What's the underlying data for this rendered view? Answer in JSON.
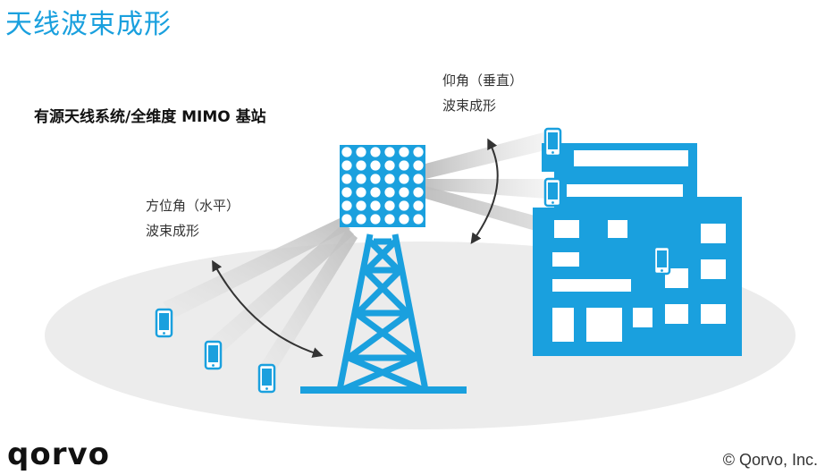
{
  "slide": {
    "title": "天线波束成形",
    "subtitle": "有源天线系统/全维度 MIMO 基站"
  },
  "labels": {
    "elevation_line1": "仰角（垂直）",
    "elevation_line2": "波束成形",
    "azimuth_line1": "方位角（水平）",
    "azimuth_line2": "波束成形"
  },
  "branding": {
    "logo": "qorvo",
    "copyright": "© Qorvo, Inc."
  },
  "colors": {
    "accent": "#1aa0de",
    "ground": "#ececec",
    "beam": "#d6d6d6",
    "arrow": "#333333"
  },
  "icons": {
    "tower": "cell-tower-icon",
    "antenna": "antenna-array-icon",
    "building": "office-building-icon",
    "phone": "smartphone-icon"
  }
}
